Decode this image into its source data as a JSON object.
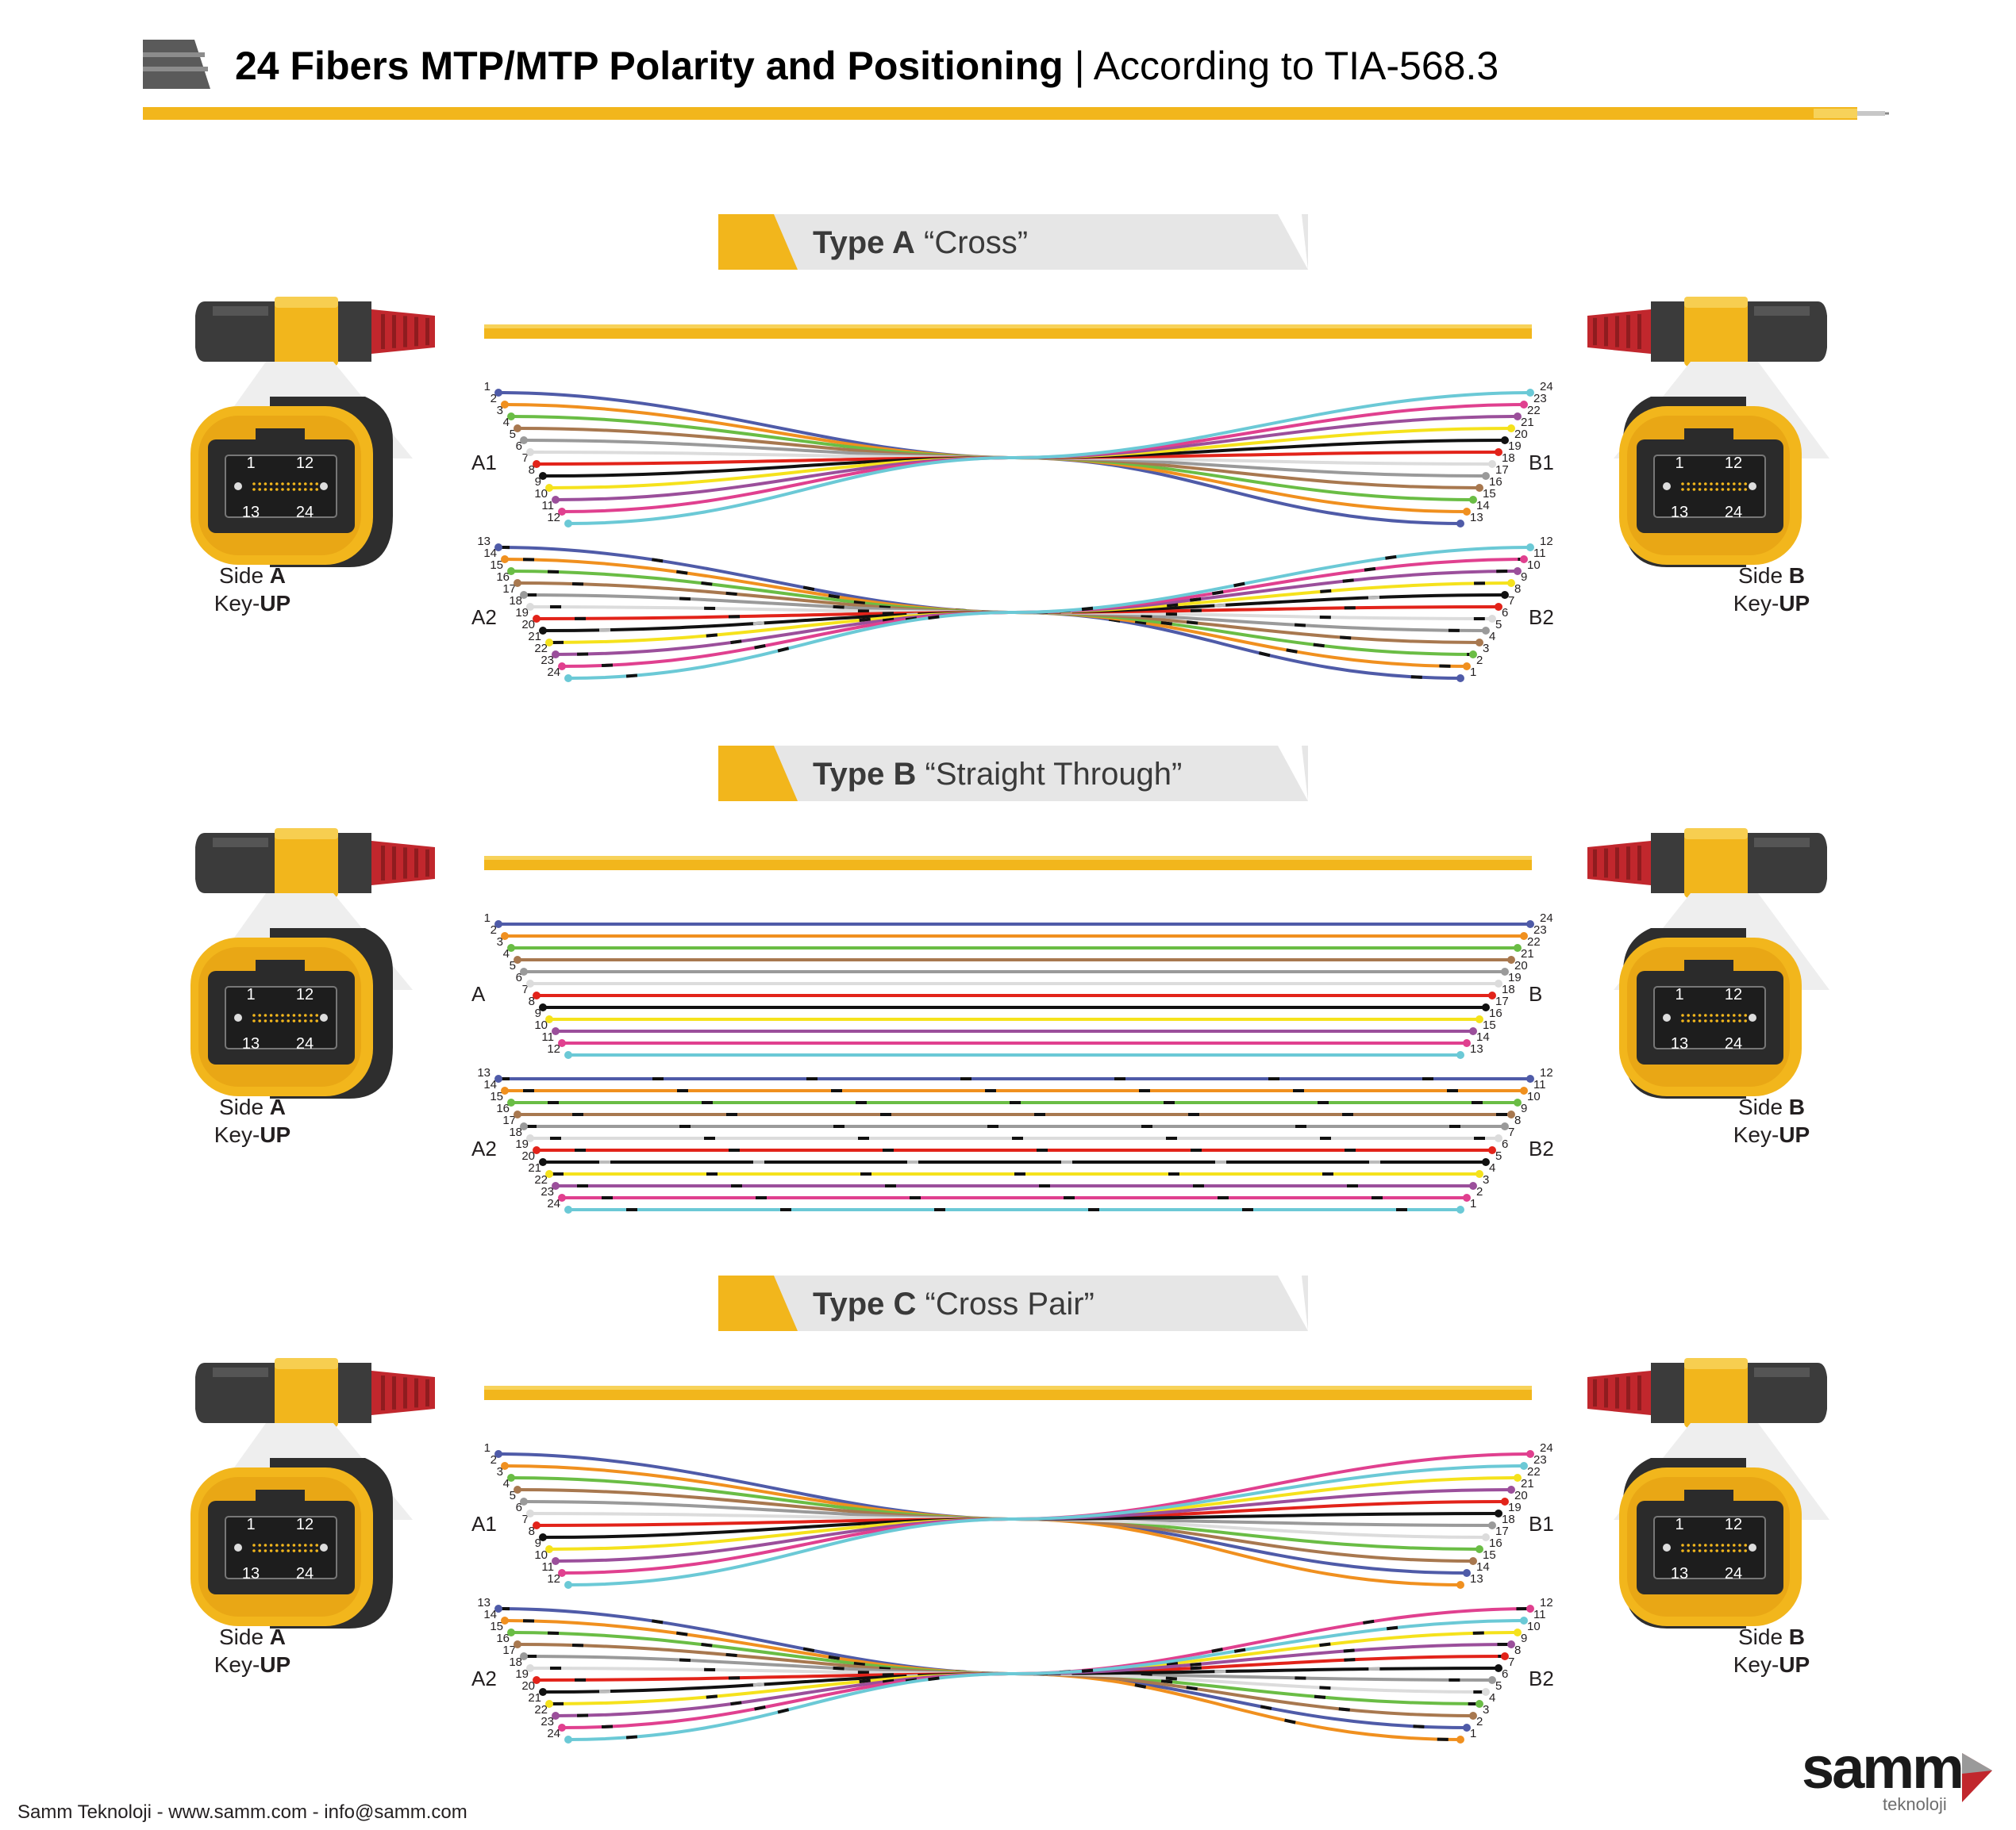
{
  "header": {
    "title_bold": "24 Fibers MTP/MTP Polarity and Positioning",
    "title_sep": " | ",
    "title_rest": "According to TIA-568.3"
  },
  "colors": {
    "accent": "#f2b61c",
    "gray_bar": "#e6e6e6",
    "boot_red": "#c1272d",
    "connector_dark": "#3a3a3a",
    "fibers": [
      "#4f5ba8",
      "#f0901f",
      "#6abd45",
      "#a8784f",
      "#9a9a9a",
      "#dcdcdc",
      "#e2231a",
      "#111111",
      "#f5e21c",
      "#9b4f9b",
      "#e0408f",
      "#6bc9d6"
    ]
  },
  "sections": [
    {
      "type_bold": "Type A",
      "type_rest": " “Cross”",
      "groups": [
        {
          "left_label": "A1",
          "right_label": "B1",
          "left_numbers": [
            "1",
            "2",
            "3",
            "4",
            "5",
            "6",
            "7",
            "8",
            "9",
            "10",
            "11",
            "12"
          ],
          "right_numbers": [
            "24",
            "23",
            "22",
            "21",
            "20",
            "19",
            "18",
            "17",
            "16",
            "15",
            "14",
            "13"
          ],
          "mapping": [
            11,
            10,
            9,
            8,
            7,
            6,
            5,
            4,
            3,
            2,
            1,
            0
          ],
          "mode": "cross",
          "striped": false
        },
        {
          "left_label": "A2",
          "right_label": "B2",
          "left_numbers": [
            "13",
            "14",
            "15",
            "16",
            "17",
            "18",
            "19",
            "20",
            "21",
            "22",
            "23",
            "24"
          ],
          "right_numbers": [
            "12",
            "11",
            "10",
            "9",
            "8",
            "7",
            "6",
            "5",
            "4",
            "3",
            "2",
            "1"
          ],
          "mapping": [
            11,
            10,
            9,
            8,
            7,
            6,
            5,
            4,
            3,
            2,
            1,
            0
          ],
          "mode": "cross",
          "striped": true
        }
      ]
    },
    {
      "type_bold": "Type B",
      "type_rest": " “Straight Through”",
      "groups": [
        {
          "left_label": "A",
          "right_label": "B",
          "left_numbers": [
            "1",
            "2",
            "3",
            "4",
            "5",
            "6",
            "7",
            "8",
            "9",
            "10",
            "11",
            "12"
          ],
          "right_numbers": [
            "24",
            "23",
            "22",
            "21",
            "20",
            "19",
            "18",
            "17",
            "16",
            "15",
            "14",
            "13"
          ],
          "mapping": [
            0,
            1,
            2,
            3,
            4,
            5,
            6,
            7,
            8,
            9,
            10,
            11
          ],
          "mode": "straight",
          "striped": false
        },
        {
          "left_label": "A2",
          "right_label": "B2",
          "left_numbers": [
            "13",
            "14",
            "15",
            "16",
            "17",
            "18",
            "19",
            "20",
            "21",
            "22",
            "23",
            "24"
          ],
          "right_numbers": [
            "12",
            "11",
            "10",
            "9",
            "8",
            "7",
            "6",
            "5",
            "4",
            "3",
            "2",
            "1"
          ],
          "mapping": [
            0,
            1,
            2,
            3,
            4,
            5,
            6,
            7,
            8,
            9,
            10,
            11
          ],
          "mode": "straight",
          "striped": true
        }
      ]
    },
    {
      "type_bold": "Type C",
      "type_rest": " “Cross Pair”",
      "groups": [
        {
          "left_label": "A1",
          "right_label": "B1",
          "left_numbers": [
            "1",
            "2",
            "3",
            "4",
            "5",
            "6",
            "7",
            "8",
            "9",
            "10",
            "11",
            "12"
          ],
          "right_numbers": [
            "24",
            "23",
            "22",
            "21",
            "20",
            "19",
            "18",
            "17",
            "16",
            "15",
            "14",
            "13"
          ],
          "mapping": [
            10,
            11,
            8,
            9,
            6,
            7,
            4,
            5,
            2,
            3,
            0,
            1
          ],
          "mode": "cross",
          "striped": false
        },
        {
          "left_label": "A2",
          "right_label": "B2",
          "left_numbers": [
            "13",
            "14",
            "15",
            "16",
            "17",
            "18",
            "19",
            "20",
            "21",
            "22",
            "23",
            "24"
          ],
          "right_numbers": [
            "12",
            "11",
            "10",
            "9",
            "8",
            "7",
            "6",
            "5",
            "4",
            "3",
            "2",
            "1"
          ],
          "mapping": [
            10,
            11,
            8,
            9,
            6,
            7,
            4,
            5,
            2,
            3,
            0,
            1
          ],
          "mode": "cross",
          "striped": true
        }
      ]
    }
  ],
  "connector_face": {
    "pin_tl": "1",
    "pin_tr": "12",
    "pin_bl": "13",
    "pin_br": "24"
  },
  "side_a": {
    "prefix": "Side ",
    "bold": "A",
    "key_prefix": "Key-",
    "key_bold": "UP"
  },
  "side_b": {
    "prefix": "Side ",
    "bold": "B",
    "key_prefix": "Key-",
    "key_bold": "UP"
  },
  "footer": {
    "contact": "Samm Teknoloji - www.samm.com - info@samm.com"
  },
  "logo": {
    "word": "samm",
    "sub": "teknoloji"
  }
}
